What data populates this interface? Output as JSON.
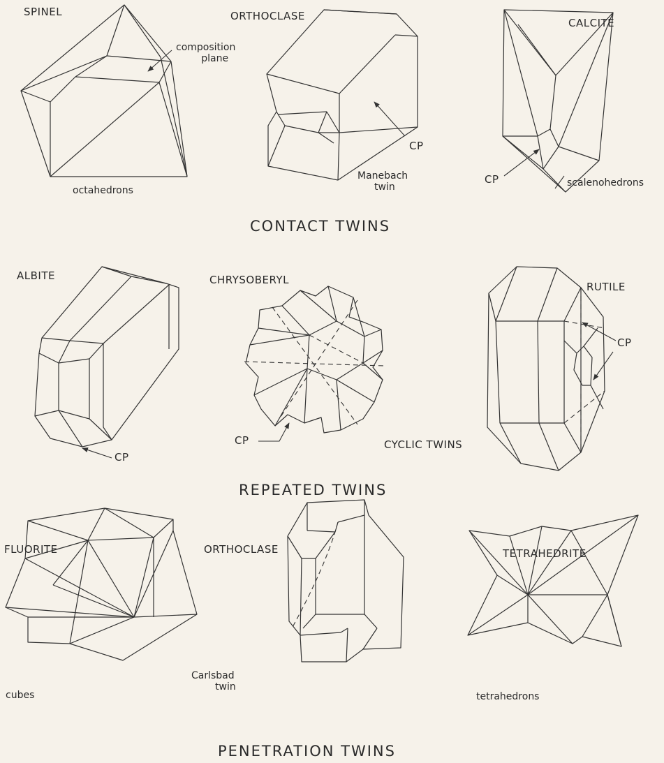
{
  "contact": {
    "heading": "CONTACT TWINS",
    "spinel": {
      "name": "SPINEL",
      "note": "octahedrons",
      "cp_label_1": "composition",
      "cp_label_2": "plane"
    },
    "orthoclase": {
      "name": "ORTHOCLASE",
      "cp": "CP",
      "twin_1": "Manebach",
      "twin_2": "twin"
    },
    "calcite": {
      "name": "CALCITE",
      "cp": "CP",
      "note": "scalenohedrons"
    }
  },
  "repeated": {
    "heading": "REPEATED TWINS",
    "albite": {
      "name": "ALBITE",
      "cp": "CP"
    },
    "chrysoberyl": {
      "name": "CHRYSOBERYL",
      "cp": "CP",
      "note": "CYCLIC TWINS"
    },
    "rutile": {
      "name": "RUTILE",
      "cp": "CP"
    }
  },
  "penetration": {
    "heading": "PENETRATION TWINS",
    "fluorite": {
      "name": "FLUORITE",
      "note": "cubes"
    },
    "orthoclase": {
      "name": "ORTHOCLASE",
      "twin_1": "Carlsbad",
      "twin_2": "twin"
    },
    "tetrahedrite": {
      "name": "TETRAHEDRITE",
      "note": "tetrahedrons"
    }
  }
}
